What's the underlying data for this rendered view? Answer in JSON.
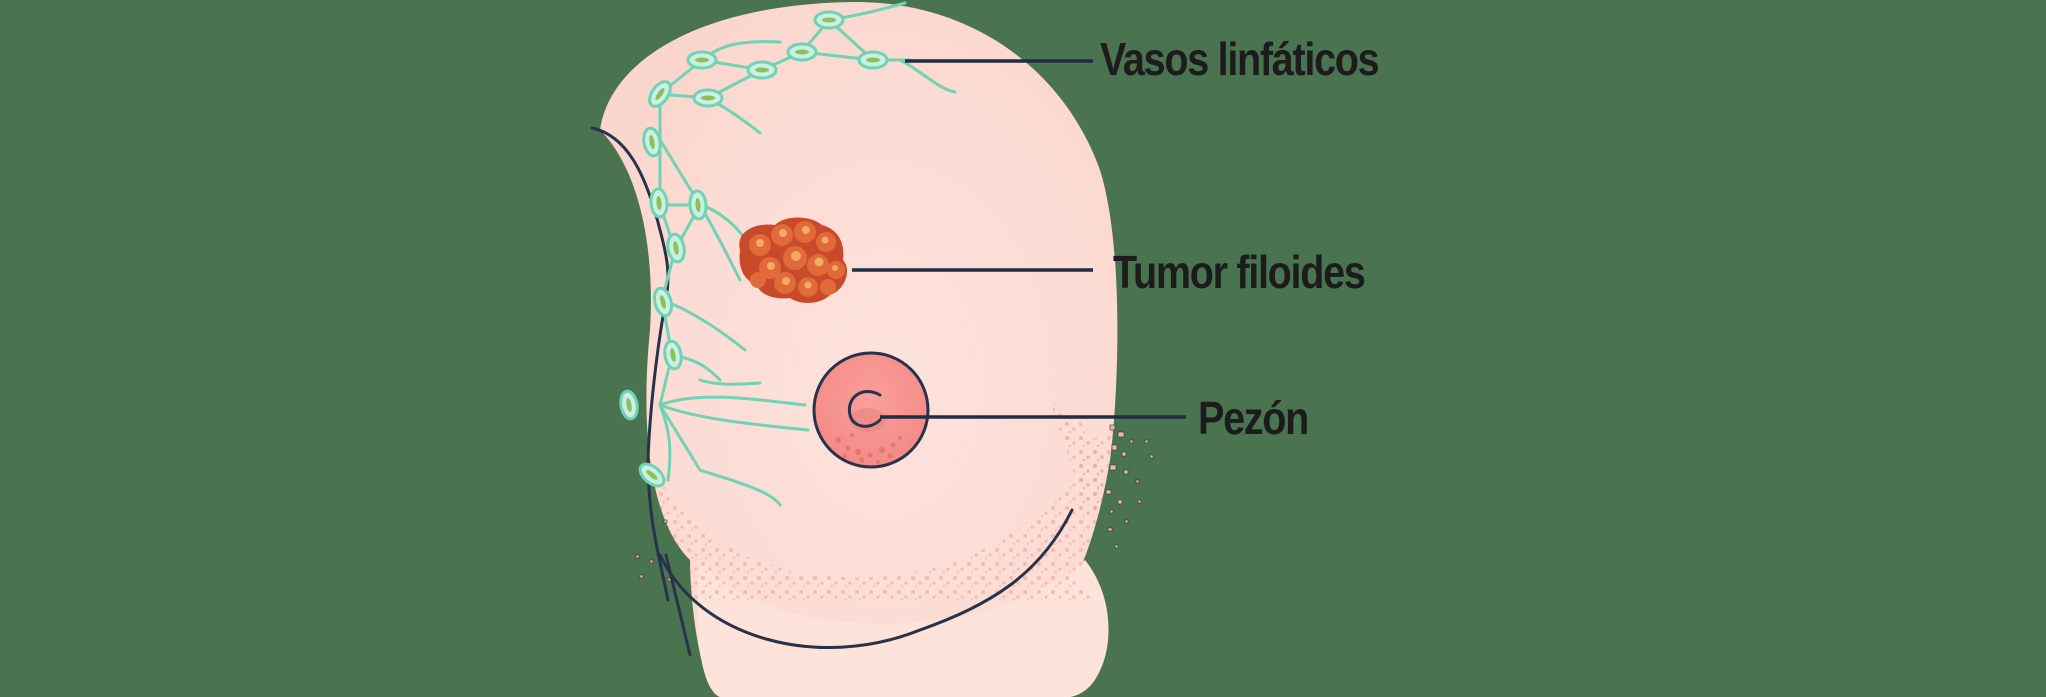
{
  "diagram": {
    "subject": "breast-anatomy-phyllodes-tumor",
    "colors": {
      "background": "#4a7350",
      "skin": "#fde0d8",
      "skin_shadow": "#fad4cc",
      "lymph": "#6fd3b4",
      "lymph_node_fill": "#c9f0e2",
      "lymph_node_core": "#8cc05a",
      "tumor": "#d4532f",
      "tumor_highlight": "#f7b06a",
      "areola": "#f79a95",
      "outline": "#26334a",
      "label_text": "#1c1c1c",
      "leader_line": "#1e2c44"
    },
    "labels": [
      {
        "id": "lymph-vessels",
        "text": "Vasos linfáticos"
      },
      {
        "id": "phyllodes-tumor",
        "text": "Tumor filoides"
      },
      {
        "id": "nipple",
        "text": "Pezón"
      }
    ]
  }
}
